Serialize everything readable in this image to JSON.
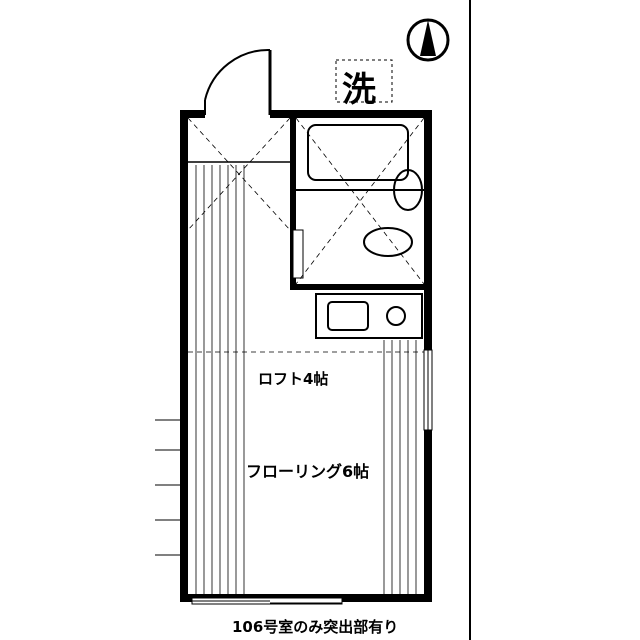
{
  "labels": {
    "laundry": "洗",
    "loft": "ロフト4帖",
    "flooring": "フローリング6帖",
    "note": "106号室のみ突出部有り"
  },
  "icons": {
    "compass": "north-arrow-icon"
  },
  "colors": {
    "wall": "#000000",
    "background": "#ffffff"
  }
}
